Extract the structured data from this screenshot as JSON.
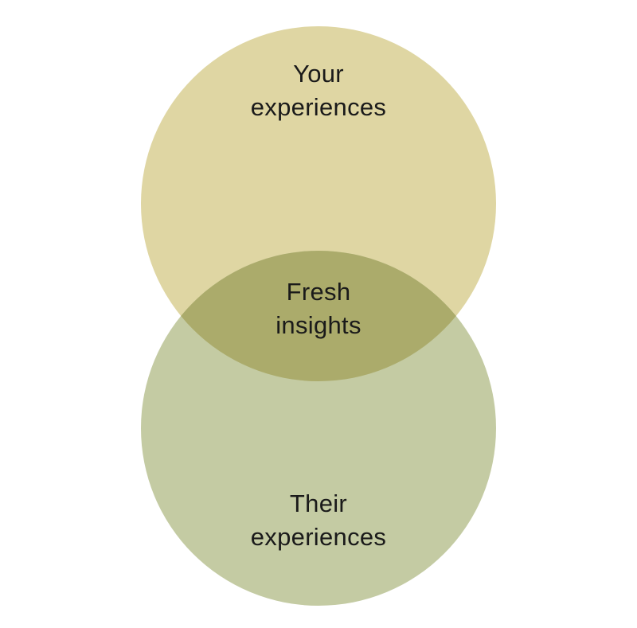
{
  "venn": {
    "top_circle": {
      "line1": "Your",
      "line2": "experiences",
      "color": "#dfd6a3"
    },
    "bottom_circle": {
      "line1": "Their",
      "line2": "experiences",
      "color": "#c4cba3"
    },
    "overlap": {
      "line1": "Fresh",
      "line2": "insights",
      "color": "#abab6b"
    }
  }
}
